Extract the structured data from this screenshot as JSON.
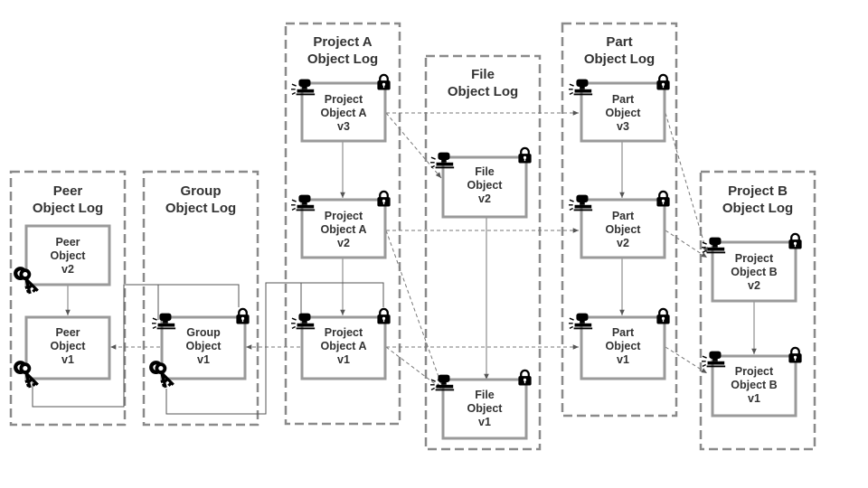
{
  "logs": {
    "peer": {
      "title": [
        "Peer",
        "Object Log"
      ]
    },
    "group": {
      "title": [
        "Group",
        "Object Log"
      ]
    },
    "projectA": {
      "title": [
        "Project A",
        "Object Log"
      ]
    },
    "file": {
      "title": [
        "File",
        "Object Log"
      ]
    },
    "part": {
      "title": [
        "Part",
        "Object Log"
      ]
    },
    "projectB": {
      "title": [
        "Project B",
        "Object Log"
      ]
    }
  },
  "nodes": {
    "peer_v2": {
      "label": [
        "Peer",
        "Object",
        "v2"
      ]
    },
    "peer_v1": {
      "label": [
        "Peer",
        "Object",
        "v1"
      ]
    },
    "group_v1": {
      "label": [
        "Group",
        "Object",
        "v1"
      ]
    },
    "pa_v3": {
      "label": [
        "Project",
        "Object A",
        "v3"
      ]
    },
    "pa_v2": {
      "label": [
        "Project",
        "Object A",
        "v2"
      ]
    },
    "pa_v1": {
      "label": [
        "Project",
        "Object A",
        "v1"
      ]
    },
    "file_v2": {
      "label": [
        "File",
        "Object",
        "v2"
      ]
    },
    "file_v1": {
      "label": [
        "File",
        "Object",
        "v1"
      ]
    },
    "part_v3": {
      "label": [
        "Part",
        "Object",
        "v3"
      ]
    },
    "part_v2": {
      "label": [
        "Part",
        "Object",
        "v2"
      ]
    },
    "part_v1": {
      "label": [
        "Part",
        "Object",
        "v1"
      ]
    },
    "pb_v2": {
      "label": [
        "Project",
        "Object B",
        "v2"
      ]
    },
    "pb_v1": {
      "label": [
        "Project",
        "Object B",
        "v1"
      ]
    }
  },
  "icons": {
    "stamp": "stamp-icon",
    "lock": "lock-icon",
    "key": "keys-icon"
  },
  "colors": {
    "box_stroke": "#9a9a9a",
    "log_stroke": "#8a8a8a",
    "text": "#333333",
    "icon": "#000000",
    "edge": "#777777"
  }
}
